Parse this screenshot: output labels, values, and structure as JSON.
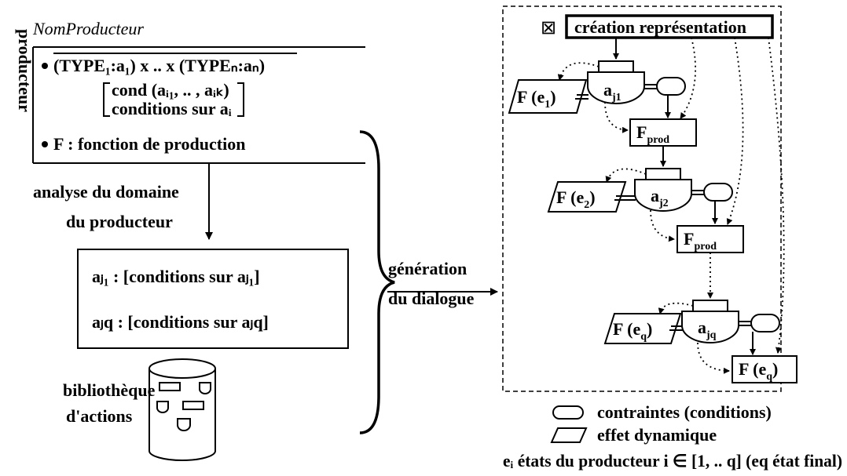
{
  "producer": {
    "side_label": "producteur",
    "name": "NomProducteur",
    "bullet1": "(TYPE₁:a₁) x .. x (TYPEₙ:aₙ)",
    "cond1": "cond (aᵢ₁, .. , aᵢₖ)",
    "cond2": "conditions sur aᵢ",
    "bullet2": "F : fonction de production"
  },
  "analysis": {
    "line1": "analyse du domaine",
    "line2": "du producteur"
  },
  "conditions_box": {
    "row1": "aⱼ₁ : [conditions sur aⱼ₁]",
    "row2": "aⱼq : [conditions sur aⱼq]"
  },
  "library": {
    "line1": "bibliothèque",
    "line2": "d'actions"
  },
  "generation": {
    "line1": "génération",
    "line2": "du dialogue"
  },
  "flow": {
    "creation_label": "création représentation",
    "envelope_symbol": "⊠",
    "effect1": "F (e₁)",
    "effect2": "F (e₂)",
    "effectq": "F (eq)",
    "node1": "aj1",
    "node2": "aj2",
    "nodeq": "ajq",
    "fprod1": "Fprod",
    "fprod2": "Fprod",
    "final": "F (eq)"
  },
  "legend": {
    "constraints": "contraintes (conditions)",
    "effect": "effet dynamique",
    "states": "eᵢ états du producteur i ∈ [1, .. q] (eq état final)"
  }
}
